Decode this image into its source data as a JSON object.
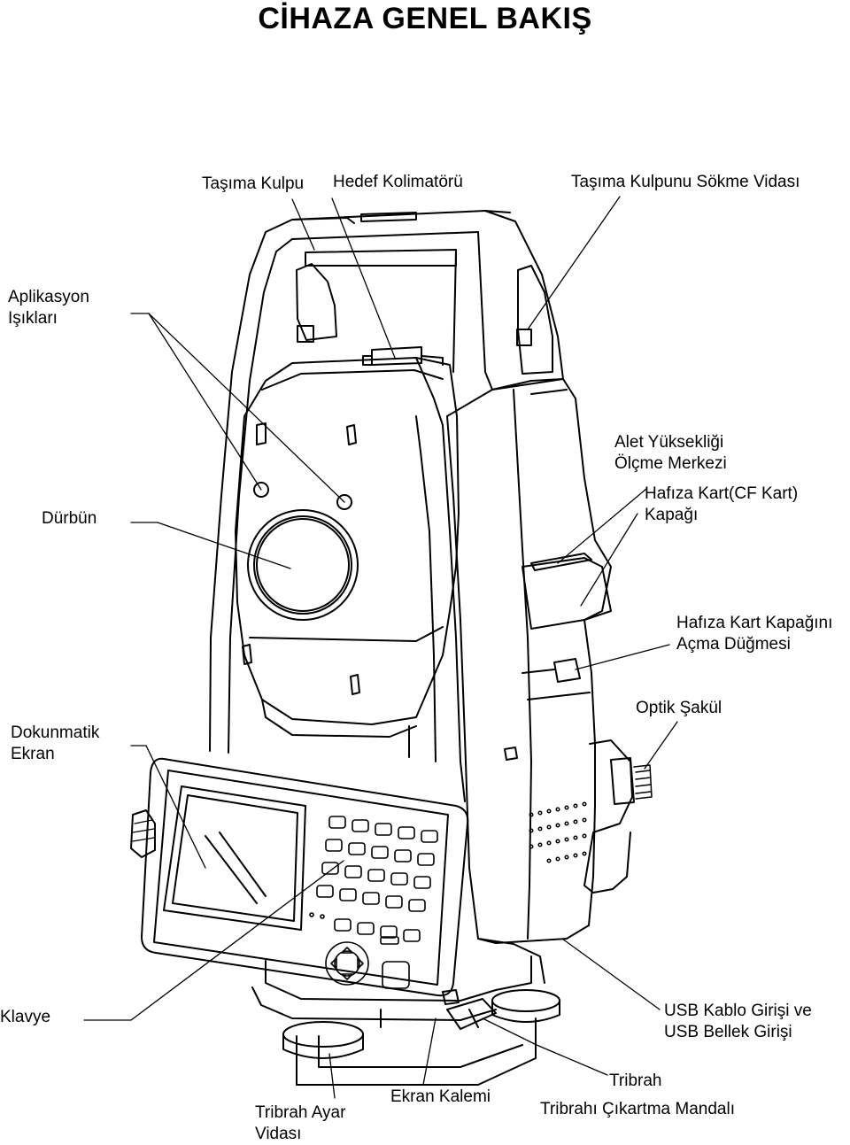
{
  "title": "CİHAZA GENEL BAKIŞ",
  "labels": {
    "carry_handle": "Taşıma Kulpu",
    "target_collimator": "Hedef Kolimatörü",
    "handle_screw": "Taşıma Kulpunu Sökme Vidası",
    "app_lights_1": "Aplikasyon",
    "app_lights_2": "Işıkları",
    "telescope": "Dürbün",
    "height_mark_1": "Alet Yüksekliği",
    "height_mark_2": "Ölçme Merkezi",
    "cf_cover_1": "Hafıza Kart(CF Kart)",
    "cf_cover_2": "Kapağı",
    "cf_button_1": "Hafıza Kart Kapağını",
    "cf_button_2": "Açma Düğmesi",
    "plummet": "Optik Şakül",
    "touch_screen_1": "Dokunmatik",
    "touch_screen_2": "Ekran",
    "keyboard": "Klavye",
    "usb_1": "USB Kablo Girişi ve",
    "usb_2": "USB Bellek Girişi",
    "stylus": "Ekran Kalemi",
    "tribrach": "Tribrah",
    "tribrach_lever": "Tribrahı Çıkartma Mandalı",
    "tribrach_screw_1": "Tribrah Ayar",
    "tribrach_screw_2": "Vidası"
  }
}
